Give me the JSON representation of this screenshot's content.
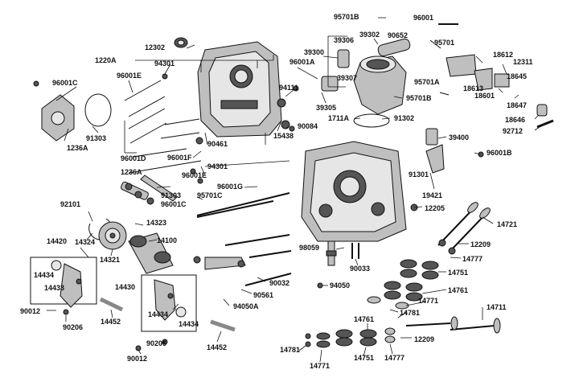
{
  "labels": {
    "l95701b_top": "95701B",
    "l96001_top": "96001",
    "l12302": "12302",
    "l1220a": "1220A",
    "l94301_top": "94301",
    "l96001e_left": "96001E",
    "l96001c_left": "96001C",
    "l91303_left": "91303",
    "l1236a_left": "1236A",
    "l39306": "39306",
    "l39302": "39302",
    "l90652": "90652",
    "l39300": "39300",
    "l96001a": "96001A",
    "l39307": "39307",
    "l94111": "94111",
    "l39305": "39305",
    "l95701": "95701",
    "l18612": "18612",
    "l12311": "12311",
    "l95701a": "95701A",
    "l18613": "18613",
    "l18645": "18645",
    "l18601": "18601",
    "l95701b_mid": "95701B",
    "l18647": "18647",
    "l1711a": "1711A",
    "l91302": "91302",
    "l90084": "90084",
    "l90461": "90461",
    "l15438": "15438",
    "l18646": "18646",
    "l92712": "92712",
    "l39400": "39400",
    "l96001d": "96001D",
    "l96001f": "96001F",
    "l94301_mid": "94301",
    "l96001e_mid": "96001E",
    "l96001b": "96001B",
    "l1236a_mid": "1236A",
    "l91301": "91301",
    "l96001g": "96001G",
    "l91303_mid": "91303",
    "l95701c": "95701C",
    "l96001c_mid": "96001C",
    "l19421": "19421",
    "l92101": "92101",
    "l12205": "12205",
    "l14323": "14323",
    "l14721": "14721",
    "l14420": "14420",
    "l14324": "14324",
    "l14100": "14100",
    "l12209_top": "12209",
    "l98059": "98059",
    "l14777_top": "14777",
    "l14321": "14321",
    "l90033": "90033",
    "l14434_left": "14434",
    "l14751_top": "14751",
    "l14433": "14433",
    "l14430": "14430",
    "l90032": "90032",
    "l94050": "94050",
    "l14761_top": "14761",
    "l90561": "90561",
    "l14771_top": "14771",
    "l94050a": "94050A",
    "l14781_top": "14781",
    "l90012_left": "90012",
    "l14434_mid1": "14434",
    "l14434_mid2": "14434",
    "l14711": "14711",
    "l90206_left": "90206",
    "l14452_left": "14452",
    "l14761_bot": "14761",
    "l12209_bot": "12209",
    "l14781_bot": "14781",
    "l90206_mid": "90206",
    "l14452_right": "14452",
    "l90012_mid": "90012",
    "l14751_bot": "14751",
    "l14777_bot": "14777",
    "l14771_bot": "14771"
  }
}
